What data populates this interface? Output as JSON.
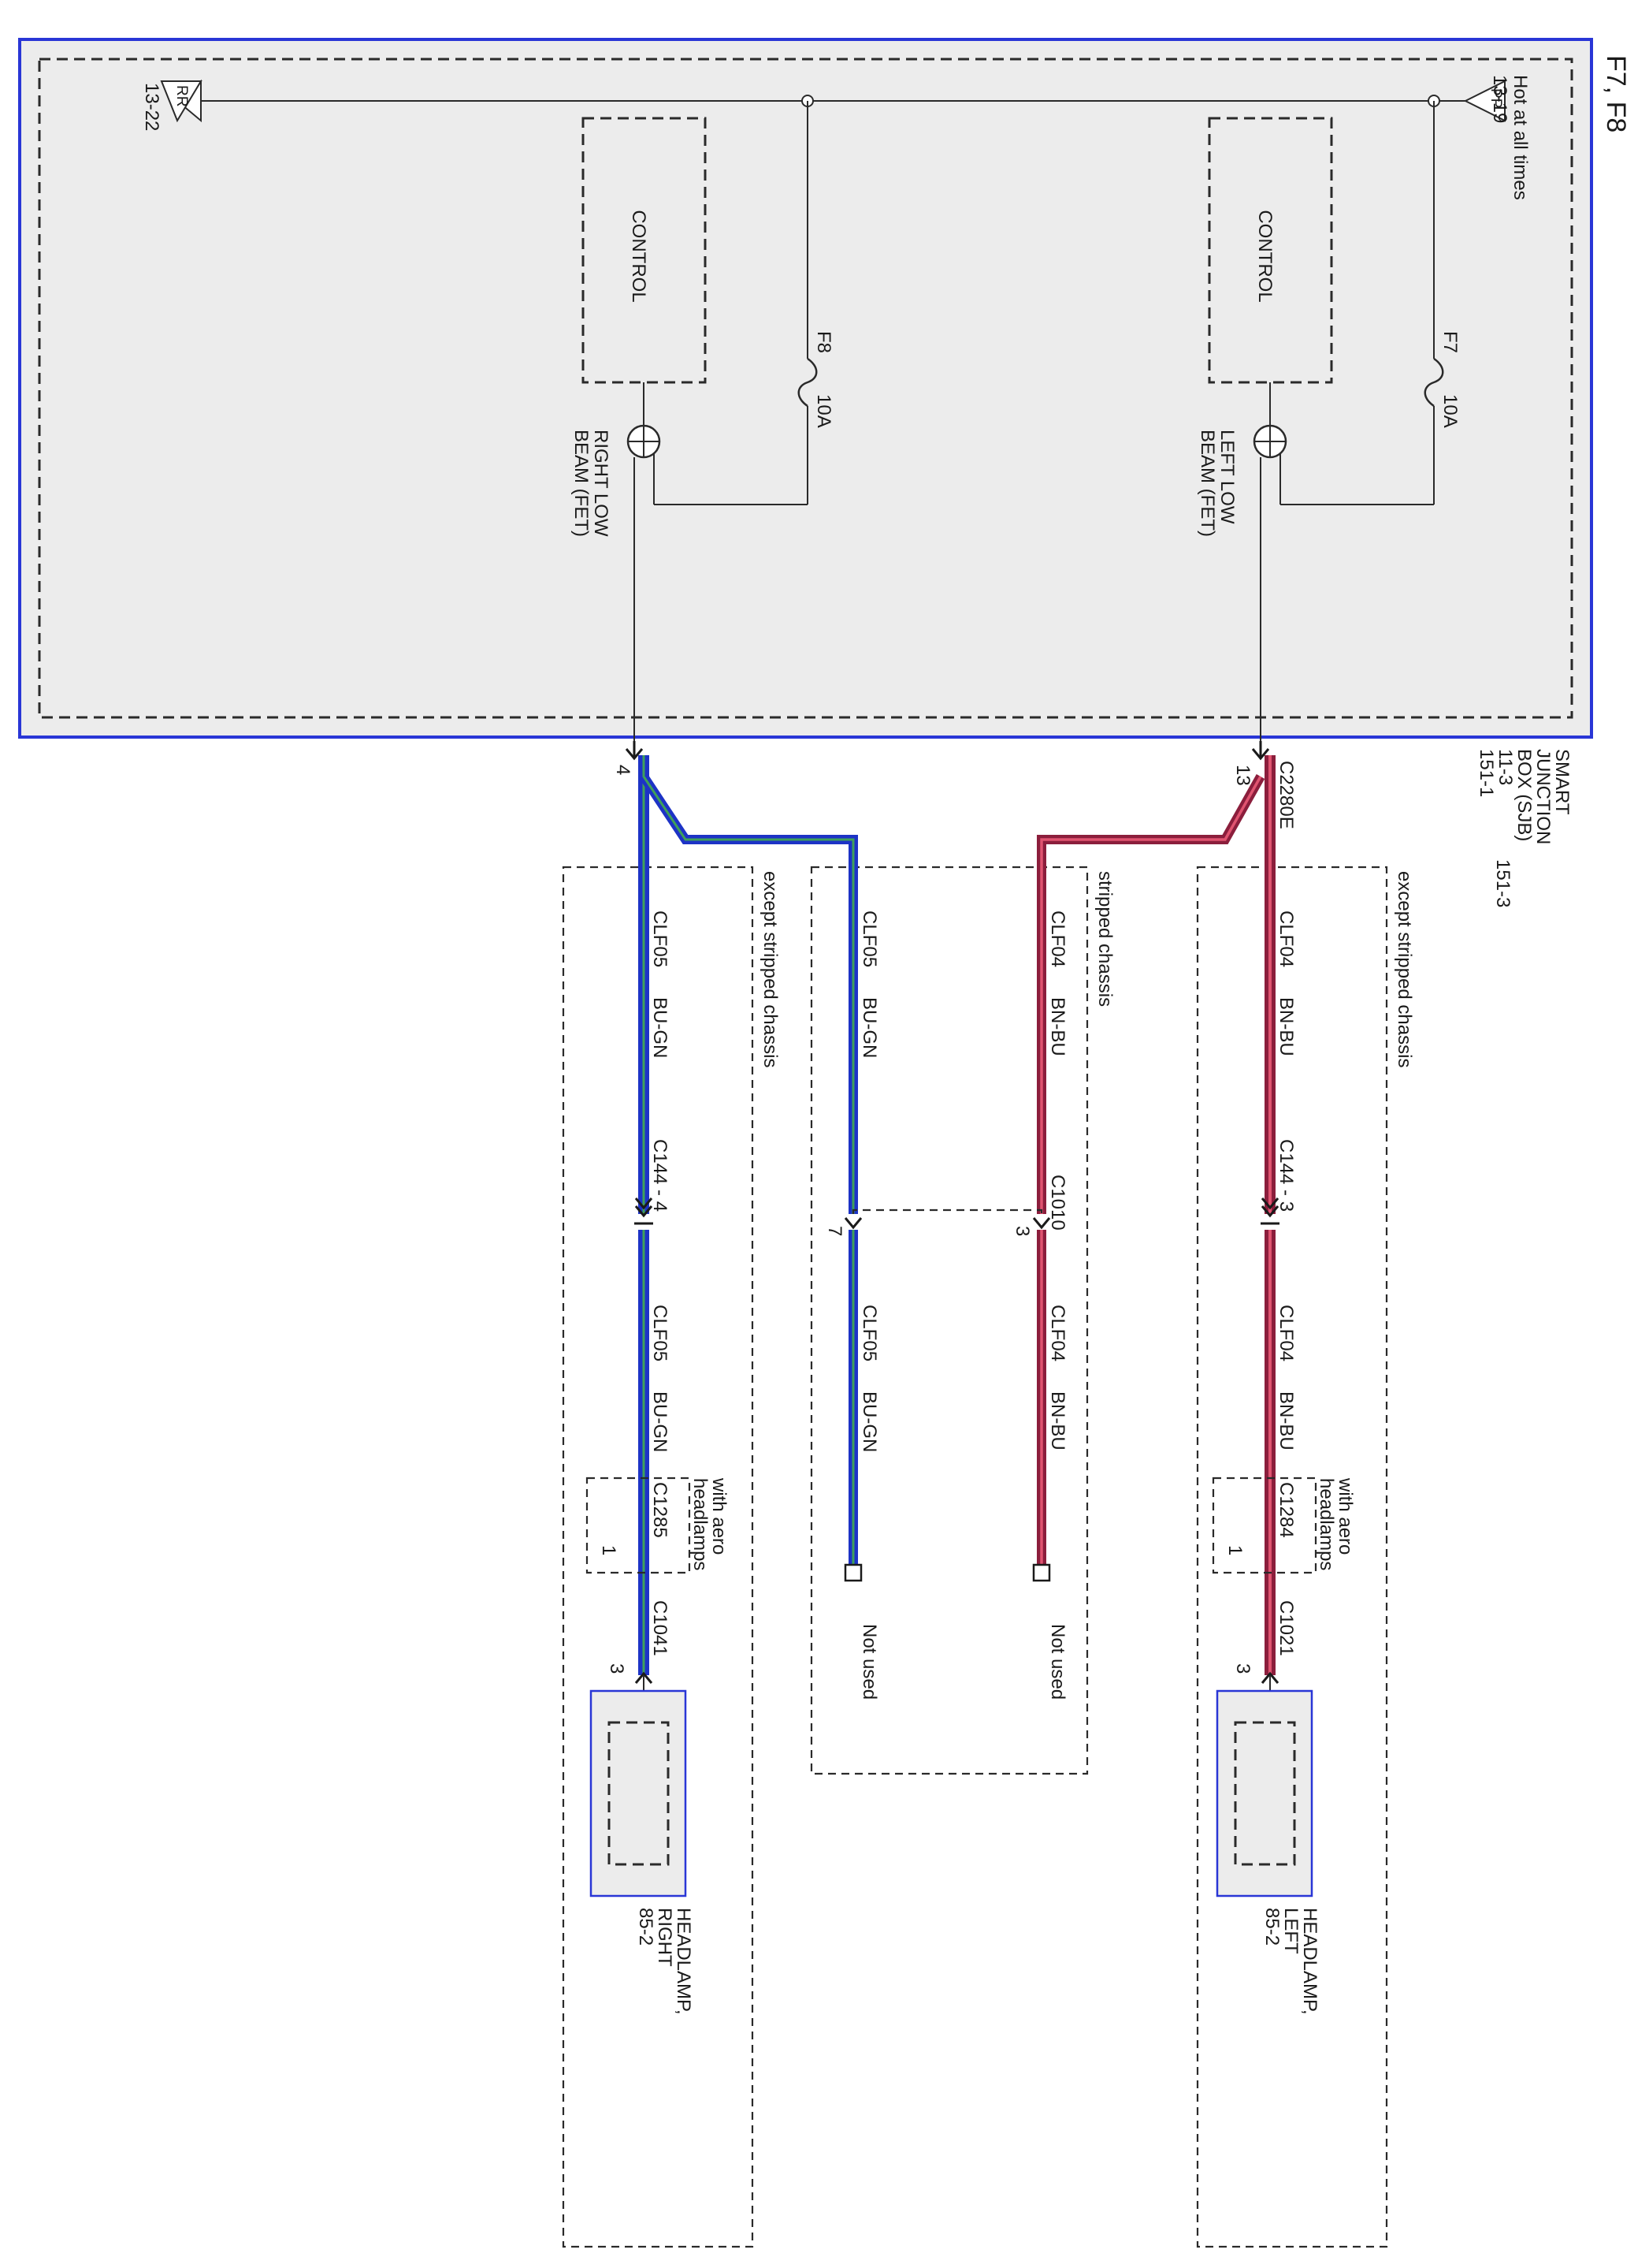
{
  "title": "F7, F8",
  "colors": {
    "blue_wire": "#1d33c6",
    "red_wire": "#8b1e3c",
    "sjb_border": "#2936d6",
    "box_fill": "#ececec"
  },
  "sjb": {
    "name_lines": [
      "SMART",
      "JUNCTION",
      "BOX (SJB)"
    ],
    "refs": [
      "11-3",
      "151-1",
      "151-3"
    ],
    "hot_at_all_times": "Hot at all times",
    "pp_ref": "13-19",
    "pp_label": "PP",
    "rr_ref": "13-22",
    "rr_label": "RR",
    "control": "CONTROL",
    "fuses": [
      {
        "name": "F7",
        "rating": "10A"
      },
      {
        "name": "F8",
        "rating": "10A"
      }
    ],
    "fets": [
      {
        "lines": [
          "LEFT LOW",
          "BEAM (FET)"
        ]
      },
      {
        "lines": [
          "RIGHT LOW",
          "BEAM (FET)"
        ]
      }
    ],
    "connector": "C2280E",
    "pins": [
      "13",
      "4"
    ]
  },
  "zones": {
    "except_stripped": "except stripped chassis",
    "stripped": "stripped chassis",
    "with_aero": [
      "with aero",
      "headlamps"
    ]
  },
  "circuits": {
    "left": {
      "circuit": "CLF04",
      "color": "BN-BU",
      "c144": "C144 - 3",
      "aero_conn": "C1284",
      "aero_pin": "1",
      "lamp_conn": "C1021",
      "lamp_pin": "3"
    },
    "right": {
      "circuit": "CLF05",
      "color": "BU-GN",
      "c144": "C144 - 4",
      "aero_conn": "C1285",
      "aero_pin": "1",
      "lamp_conn": "C1041",
      "lamp_pin": "3"
    }
  },
  "stripped": {
    "connector": "C1010",
    "pin_left": "3",
    "pin_right": "7",
    "not_used": "Not used"
  },
  "headlamps": {
    "left": {
      "lines": [
        "HEADLAMP,",
        "LEFT",
        "85-2"
      ]
    },
    "right": {
      "lines": [
        "HEADLAMP,",
        "RIGHT",
        "85-2"
      ]
    }
  }
}
